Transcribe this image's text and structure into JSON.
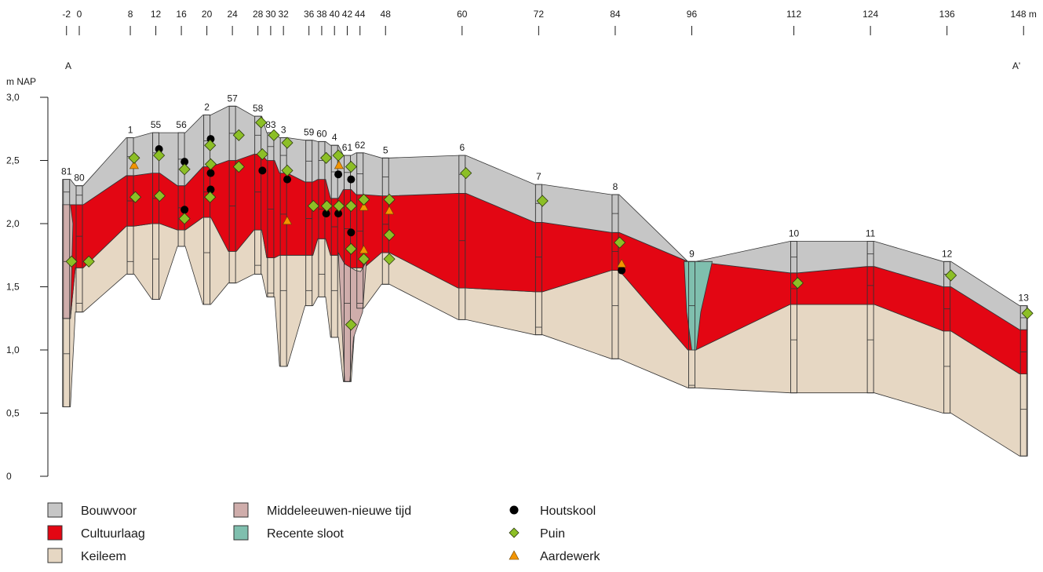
{
  "figure": {
    "y_axis_unit": "m NAP",
    "x_unit": "m",
    "section_start": "A",
    "section_end": "A'",
    "colors": {
      "bouwvoor": "#c6c6c6",
      "cultuurlaag": "#e30613",
      "keileem": "#e6d7c3",
      "middeleeuwen": "#cfadab",
      "sloot": "#7fbfae",
      "puin": "#8cbf26",
      "aardewerk": "#f29400",
      "houtskool": "#000000"
    }
  },
  "chart_data": {
    "type": "cross-section",
    "x_ticks": [
      -2,
      0,
      8,
      12,
      16,
      20,
      24,
      28,
      30,
      32,
      36,
      38,
      40,
      42,
      44,
      48,
      60,
      72,
      84,
      96,
      112,
      124,
      136,
      148
    ],
    "x_tick_labels": [
      "-2",
      "0",
      "8",
      "12",
      "16",
      "20",
      "24",
      "28",
      "30",
      "32",
      "36",
      "38",
      "40",
      "42",
      "44",
      "48",
      "60",
      "72",
      "84",
      "96",
      "112",
      "124",
      "136",
      "148 m"
    ],
    "y_ticks": [
      0,
      0.5,
      1.0,
      1.5,
      2.0,
      2.5,
      3.0
    ],
    "y_tick_labels": [
      "0",
      "0,5",
      "1,0",
      "1,5",
      "2,0",
      "2,5",
      "3,0"
    ],
    "ylim": [
      0,
      3.0
    ],
    "boreholes": [
      {
        "id": "81",
        "x": -2,
        "top": 2.35,
        "cult_top": 2.15,
        "keileem_top": 1.25,
        "bottom": 0.55
      },
      {
        "id": "80",
        "x": 0,
        "top": 2.3,
        "cult_top": 2.15,
        "keileem_top": 1.65,
        "bottom": 1.3
      },
      {
        "id": "1",
        "x": 8,
        "top": 2.68,
        "cult_top": 2.38,
        "keileem_top": 1.98,
        "bottom": 1.6
      },
      {
        "id": "55",
        "x": 12,
        "top": 2.72,
        "cult_top": 2.4,
        "keileem_top": 2.0,
        "bottom": 1.4
      },
      {
        "id": "56",
        "x": 16,
        "top": 2.72,
        "cult_top": 2.3,
        "keileem_top": 1.95,
        "bottom": 1.82
      },
      {
        "id": "2",
        "x": 20,
        "top": 2.86,
        "cult_top": 2.45,
        "keileem_top": 2.05,
        "bottom": 1.36
      },
      {
        "id": "57",
        "x": 24,
        "top": 2.93,
        "cult_top": 2.5,
        "keileem_top": 1.78,
        "bottom": 1.53
      },
      {
        "id": "58",
        "x": 28,
        "top": 2.85,
        "cult_top": 2.55,
        "keileem_top": 1.95,
        "bottom": 1.6
      },
      {
        "id": "83",
        "x": 30,
        "top": 2.72,
        "cult_top": 2.5,
        "keileem_top": 1.73,
        "bottom": 1.42
      },
      {
        "id": "3",
        "x": 32,
        "top": 2.68,
        "cult_top": 2.4,
        "keileem_top": 1.75,
        "bottom": 0.87
      },
      {
        "id": "59",
        "x": 36,
        "top": 2.66,
        "cult_top": 2.33,
        "keileem_top": 1.75,
        "bottom": 1.35
      },
      {
        "id": "60",
        "x": 38,
        "top": 2.65,
        "cult_top": 2.35,
        "keileem_top": 1.88,
        "bottom": 1.42
      },
      {
        "id": "4",
        "x": 40,
        "top": 2.62,
        "cult_top": 2.2,
        "keileem_top": 1.75,
        "bottom": 1.1
      },
      {
        "id": "61",
        "x": 42,
        "top": 2.54,
        "cult_top": 2.27,
        "keileem_top": 1.65,
        "bottom": 0.75
      },
      {
        "id": "62",
        "x": 44,
        "top": 2.56,
        "cult_top": 2.23,
        "keileem_top": 1.65,
        "bottom": 1.33
      },
      {
        "id": "5",
        "x": 48,
        "top": 2.52,
        "cult_top": 2.22,
        "keileem_top": 1.77,
        "bottom": 1.52
      },
      {
        "id": "6",
        "x": 60,
        "top": 2.54,
        "cult_top": 2.24,
        "keileem_top": 1.49,
        "bottom": 1.24
      },
      {
        "id": "7",
        "x": 72,
        "top": 2.31,
        "cult_top": 2.01,
        "keileem_top": 1.46,
        "bottom": 1.12
      },
      {
        "id": "8",
        "x": 84,
        "top": 2.23,
        "cult_top": 1.93,
        "keileem_top": 1.63,
        "bottom": 0.93
      },
      {
        "id": "9",
        "x": 96,
        "top": 1.7,
        "cult_top": 1.7,
        "keileem_top": 1.0,
        "bottom": 0.7
      },
      {
        "id": "10",
        "x": 112,
        "top": 1.86,
        "cult_top": 1.61,
        "keileem_top": 1.36,
        "bottom": 0.66
      },
      {
        "id": "11",
        "x": 124,
        "top": 1.86,
        "cult_top": 1.66,
        "keileem_top": 1.36,
        "bottom": 0.66
      },
      {
        "id": "12",
        "x": 136,
        "top": 1.7,
        "cult_top": 1.5,
        "keileem_top": 1.15,
        "bottom": 0.5
      },
      {
        "id": "13",
        "x": 148,
        "top": 1.35,
        "cult_top": 1.16,
        "keileem_top": 0.81,
        "bottom": 0.16
      }
    ],
    "legend": [
      {
        "key": "bouwvoor",
        "label": "Bouwvoor",
        "kind": "fill"
      },
      {
        "key": "cultuurlaag",
        "label": "Cultuurlaag",
        "kind": "fill"
      },
      {
        "key": "keileem",
        "label": "Keileem",
        "kind": "fill"
      },
      {
        "key": "middeleeuwen",
        "label": "Middeleeuwen-nieuwe tijd",
        "kind": "fill"
      },
      {
        "key": "sloot",
        "label": "Recente sloot",
        "kind": "fill"
      },
      {
        "key": "houtskool",
        "label": "Houtskool",
        "kind": "circle"
      },
      {
        "key": "puin",
        "label": "Puin",
        "kind": "diamond"
      },
      {
        "key": "aardewerk",
        "label": "Aardewerk",
        "kind": "triangle"
      }
    ],
    "finds": {
      "puin": [
        [
          -1.2,
          1.7
        ],
        [
          1.5,
          1.7
        ],
        [
          8.6,
          2.52
        ],
        [
          8.8,
          2.21
        ],
        [
          12.5,
          2.54
        ],
        [
          12.6,
          2.22
        ],
        [
          16.5,
          2.43
        ],
        [
          16.5,
          2.04
        ],
        [
          20.5,
          2.62
        ],
        [
          20.6,
          2.47
        ],
        [
          20.5,
          2.21
        ],
        [
          25,
          2.7
        ],
        [
          25,
          2.45
        ],
        [
          28.5,
          2.8
        ],
        [
          28.7,
          2.55
        ],
        [
          30.5,
          2.7
        ],
        [
          32.6,
          2.64
        ],
        [
          32.6,
          2.42
        ],
        [
          36.7,
          2.14
        ],
        [
          38.7,
          2.52
        ],
        [
          38.8,
          2.14
        ],
        [
          40.6,
          2.54
        ],
        [
          40.7,
          2.14
        ],
        [
          42.6,
          2.45
        ],
        [
          42.6,
          2.14
        ],
        [
          42.6,
          1.8
        ],
        [
          42.6,
          1.2
        ],
        [
          44.6,
          2.19
        ],
        [
          44.6,
          1.72
        ],
        [
          48.6,
          2.19
        ],
        [
          48.6,
          1.91
        ],
        [
          48.6,
          1.72
        ],
        [
          60.6,
          2.4
        ],
        [
          72.6,
          2.18
        ],
        [
          84.7,
          1.85
        ],
        [
          112.6,
          1.53
        ],
        [
          136.6,
          1.59
        ],
        [
          148.6,
          1.29
        ]
      ],
      "houtskool": [
        [
          12.5,
          2.59
        ],
        [
          16.5,
          2.49
        ],
        [
          16.5,
          2.11
        ],
        [
          20.6,
          2.67
        ],
        [
          20.6,
          2.4
        ],
        [
          20.6,
          2.27
        ],
        [
          28.7,
          2.42
        ],
        [
          32.6,
          2.35
        ],
        [
          38.7,
          2.08
        ],
        [
          40.6,
          2.39
        ],
        [
          40.6,
          2.08
        ],
        [
          42.6,
          2.35
        ],
        [
          42.6,
          1.93
        ],
        [
          85,
          1.63
        ]
      ],
      "aardewerk": [
        [
          8.6,
          2.46
        ],
        [
          32.6,
          2.02
        ],
        [
          40.7,
          2.46
        ],
        [
          44.6,
          2.13
        ],
        [
          44.6,
          1.79
        ],
        [
          48.6,
          2.1
        ],
        [
          85,
          1.68
        ]
      ]
    }
  }
}
